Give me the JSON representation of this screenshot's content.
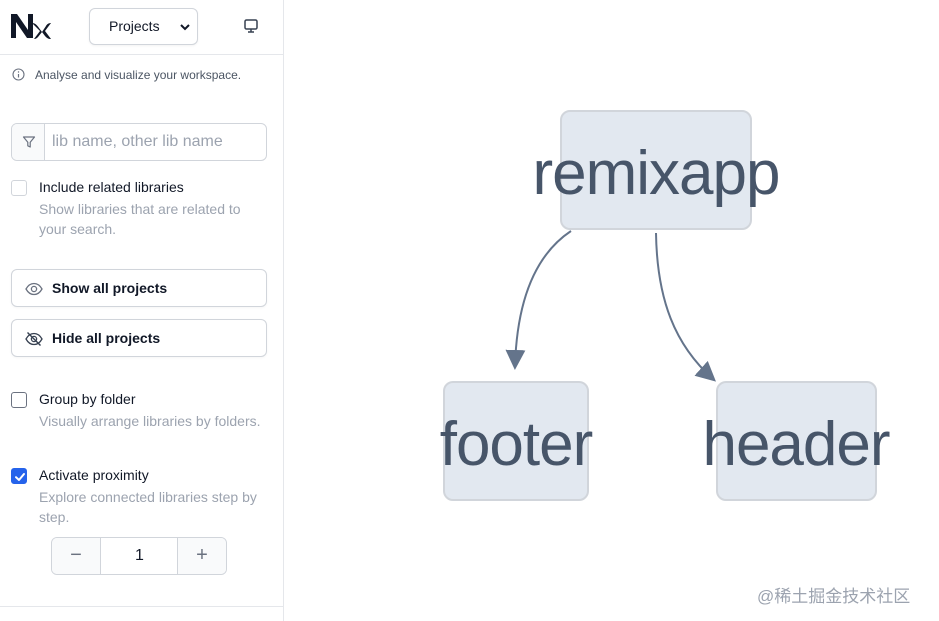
{
  "app": {
    "logo": "Nx",
    "project_select": "Projects",
    "description": "Analyse and visualize your workspace."
  },
  "filter": {
    "placeholder": "lib name, other lib name",
    "value": ""
  },
  "options": {
    "include_related": {
      "title": "Include related libraries",
      "description": "Show libraries that are related to your search.",
      "checked": false
    },
    "group_by_folder": {
      "title": "Group by folder",
      "description": "Visually arrange libraries by folders.",
      "checked": false
    },
    "activate_proximity": {
      "title": "Activate proximity",
      "description": "Explore connected libraries step by step.",
      "checked": true
    }
  },
  "buttons": {
    "show_all": "Show all projects",
    "hide_all": "Hide all projects"
  },
  "stepper": {
    "minus": "−",
    "value": "1",
    "plus": "+"
  },
  "graph": {
    "nodes": [
      {
        "id": "remixapp",
        "label": "remixapp"
      },
      {
        "id": "footer",
        "label": "footer"
      },
      {
        "id": "header",
        "label": "header"
      }
    ],
    "edges": [
      {
        "from": "remixapp",
        "to": "footer"
      },
      {
        "from": "remixapp",
        "to": "header"
      }
    ]
  },
  "watermark": "@稀土掘金技术社区",
  "colors": {
    "accent": "#2563eb",
    "node_fill": "#e2e8f0",
    "node_border": "#d1d5db",
    "node_text": "#475569",
    "edge": "#64748b"
  }
}
